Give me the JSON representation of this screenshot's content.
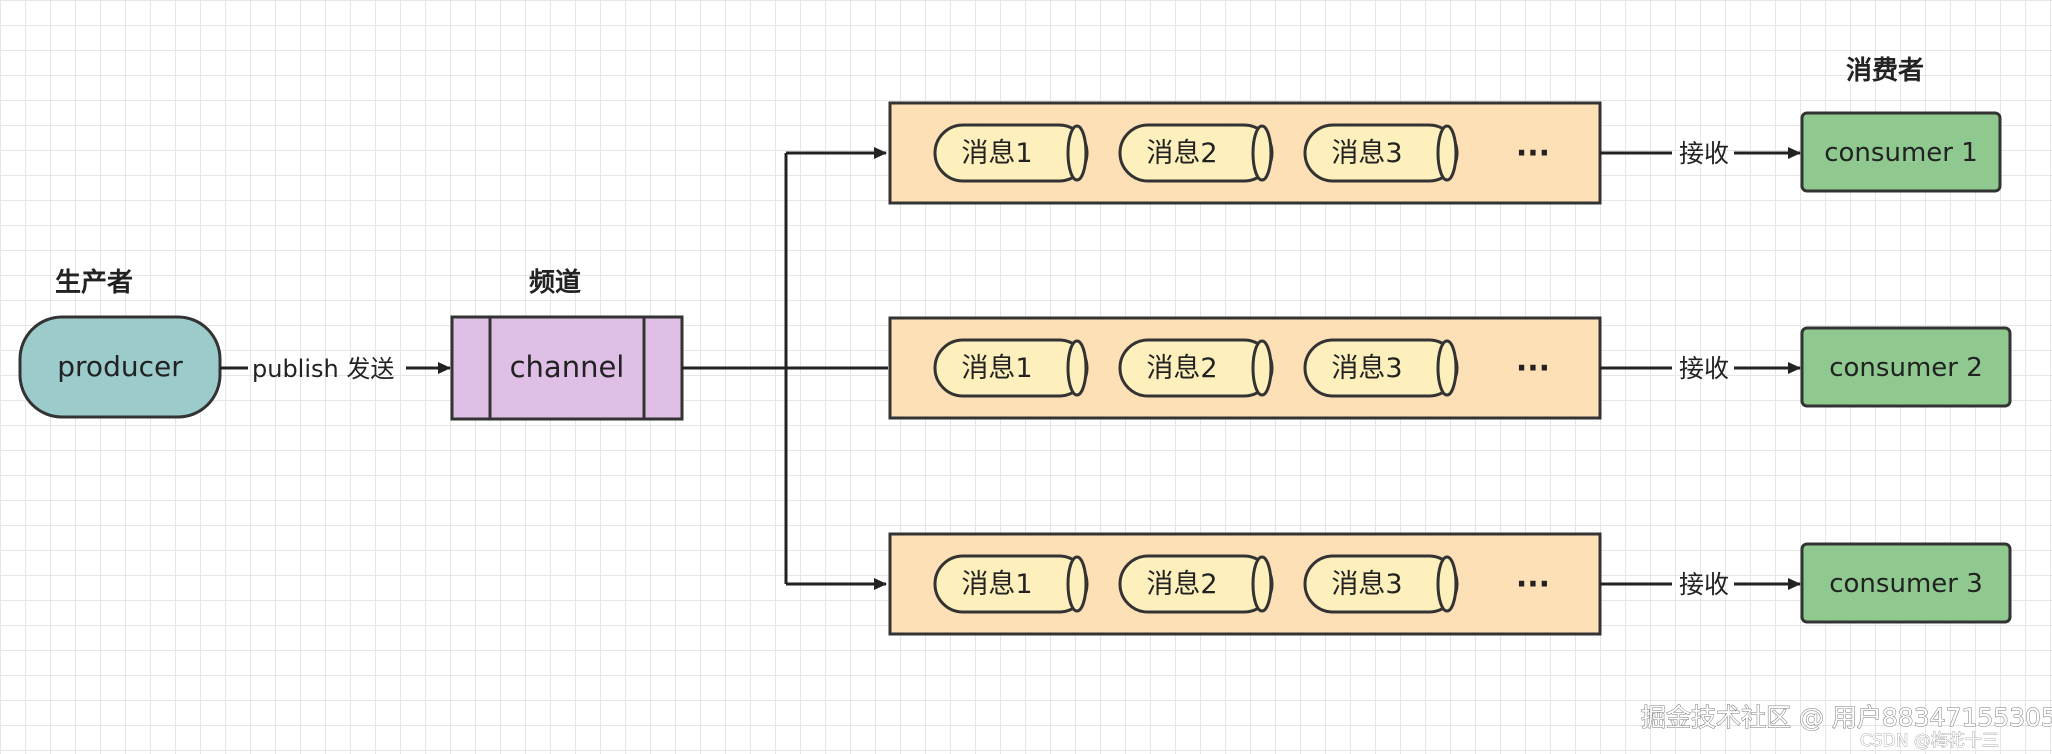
{
  "labels": {
    "producer_title": "生产者",
    "channel_title": "频道",
    "consumer_title": "消费者"
  },
  "producer": {
    "label": "producer"
  },
  "publish_label": "publish 发送",
  "channel": {
    "label": "channel"
  },
  "queues": [
    {
      "messages": [
        "消息1",
        "消息2",
        "消息3"
      ],
      "ellipsis": "···",
      "receive_label": "接收",
      "consumer": "consumer 1"
    },
    {
      "messages": [
        "消息1",
        "消息2",
        "消息3"
      ],
      "ellipsis": "···",
      "receive_label": "接收",
      "consumer": "consumer 2"
    },
    {
      "messages": [
        "消息1",
        "消息2",
        "消息3"
      ],
      "ellipsis": "···",
      "receive_label": "接收",
      "consumer": "consumer 3"
    }
  ],
  "watermark": {
    "line1": "掘金技术社区 @ 用户88347155305",
    "line2": "CSDN @梅花十三"
  },
  "colors": {
    "producer_fill": "#9ccbcb",
    "channel_fill": "#e0bfe6",
    "queue_fill": "#fde0b6",
    "message_fill": "#fdf0bc",
    "consumer_fill": "#8fc98f",
    "stroke": "#333333"
  }
}
